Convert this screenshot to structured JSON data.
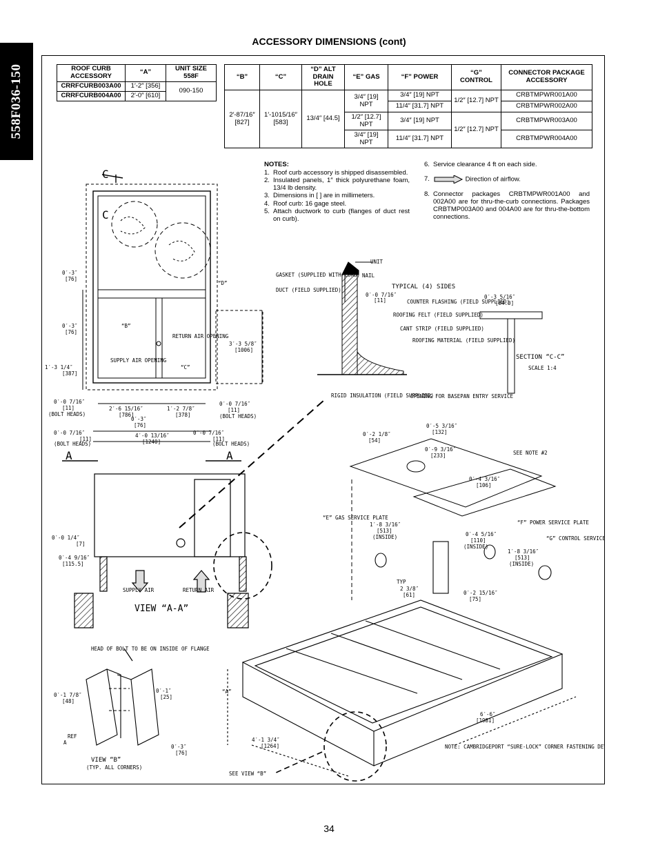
{
  "side_tab": "558F036-150",
  "title": "ACCESSORY DIMENSIONS (cont)",
  "page_number": "34",
  "curb_table": {
    "headers": [
      "ROOF CURB ACCESSORY",
      "“A”",
      "UNIT SIZE 558F"
    ],
    "rows": [
      {
        "accessory": "CRRFCURB003A00",
        "a": "1′-2″ [356]"
      },
      {
        "accessory": "CRRFCURB004A00",
        "a": "2′-0″ [610]"
      }
    ],
    "unit_size": "090-150"
  },
  "conn_table": {
    "headers": [
      "“B”",
      "“C”",
      "“D” ALT DRAIN HOLE",
      "“E” GAS",
      "“F” POWER",
      "“G” CONTROL",
      "CONNECTOR PACKAGE ACCESSORY"
    ],
    "b": "2′-87/16″ [827]",
    "c": "1′-1015/16″ [583]",
    "d": "13/4″ [44.5]",
    "rows": [
      {
        "e": "3/4″ [19] NPT",
        "f1": "3/4″ [19] NPT",
        "f2": "11/4″ [31.7] NPT",
        "g": "1/2″ [12.7] NPT",
        "pkg1": "CRBTMPWR001A00",
        "pkg2": "CRBTMPWR002A00"
      },
      {
        "e1": "1/2″ [12.7] NPT",
        "e2": "3/4″ [19] NPT",
        "f1": "3/4″ [19] NPT",
        "f2": "11/4″ [31.7] NPT",
        "g": "1/2″ [12.7] NPT",
        "pkg1": "CRBTMPWR003A00",
        "pkg2": "CRBTMPWR004A00"
      }
    ]
  },
  "notes": {
    "title": "NOTES:",
    "items": [
      "Roof curb accessory is shipped disassembled.",
      "Insulated panels, 1″ thick polyurethane foam, 13/4 lb density.",
      "Dimensions in [ ] are in millimeters.",
      "Roof curb: 16 gage steel.",
      "Attach ductwork to curb (flanges of duct rest on curb).",
      "Service clearance 4 ft on each side.",
      "Direction of airflow.",
      "Connector packages CRBTMPWR001A00 and 002A00 are for thru-the-curb connections. Packages CRBTMP003A00 and 004A00 are for thru-the-bottom connections."
    ]
  },
  "drawing_labels": {
    "c_top": "C",
    "c_side": "C",
    "d_label": "“D”",
    "dim_0_3_top": "0′-3″",
    "dim_76_a": "[76]",
    "dim_0_3_mid": "0′-3″",
    "dim_76_b": "[76]",
    "dim_b": "“B”",
    "dim_c": "“C”",
    "return_air_opening": "RETURN AIR OPENING",
    "supply_air_opening": "SUPPLY AIR OPENING",
    "dim_1_3_14": "1′-3 1/4″",
    "dim_387": "[387]",
    "dim_3_3_58": "3′-3 5/8″",
    "dim_1006": "[1006]",
    "dim_0_0_716_l": "0′-0 7/16″",
    "dim_11_l": "[11]",
    "bolt_heads_l": "(BOLT HEADS)",
    "dim_0_0_716_r": "0′-0 7/16″",
    "dim_11_r": "[11]",
    "bolt_heads_r": "(BOLT HEADS)",
    "dim_2_6_1516": "2′-6 15/16″",
    "dim_786": "[786]",
    "dim_1_2_78": "1′-2 7/8″",
    "dim_378": "[378]",
    "dim_0_3_bot": "0′-3″",
    "dim_76_c": "[76]",
    "dim_4_0_1316": "4′-0 13/16″",
    "dim_1240": "[1240]",
    "dim_0_0_716_bl": "0′-0 7/16″",
    "dim_11_bl": "[11]",
    "bolt_heads_bl": "(BOLT HEADS)",
    "dim_0_0_716_br": "0′-0 7/16″",
    "dim_11_br": "[11]",
    "bolt_heads_br": "(BOLT HEADS)",
    "a_left": "A",
    "a_right": "A",
    "unit": "UNIT",
    "gasket": "GASKET (SUPPLIED WITH CURB)",
    "nail": "NAIL",
    "typical_sides": "TYPICAL (4) SIDES",
    "duct": "DUCT (FIELD SUPPLIED)",
    "dim_0_0_716_s": "0′-0 7/16″",
    "dim_11_s": "[11]",
    "counter_flashing": "COUNTER FLASHING (FIELD SUPPLIED)",
    "roofing_felt": "ROOFING FELT (FIELD SUPPLIED)",
    "cant_strip": "CANT STRIP (FIELD SUPPLIED)",
    "roofing_material": "ROOFING MATERIAL (FIELD SUPPLIED)",
    "rigid_insulation": "RIGID INSULATION (FIELD SUPPLIED)",
    "dim_0_3_516": "0′-3 5/16″",
    "dim_84": "[84.0]",
    "section_cc": "SECTION “C-C”",
    "scale": "SCALE 1:4",
    "basepan_opening": "OPENING FOR BASEPAN ENTRY SERVICE",
    "dim_0_5_316": "0′-5 3/16″",
    "dim_132": "[132]",
    "dim_0_2_18": "0′-2 1/8″",
    "dim_54": "[54]",
    "dim_0_9_316": "0′-9 3/16″",
    "dim_233": "[233]",
    "see_note_2": "SEE NOTE #2",
    "dim_0_4_316": "0′-4 3/16″",
    "dim_106": "[106]",
    "dim_0_1_14": "0′-0 1/4″",
    "dim_7": "[7]",
    "dim_0_4_916": "0′-4 9/16″",
    "dim_1155": "[115.5]",
    "supply_air": "SUPPLY AIR",
    "return_air": "RETURN AIR",
    "view_aa": "VIEW “A-A”",
    "e_gas_plate": "“E” GAS SERVICE PLATE",
    "dim_1_8_316": "1′-8 3/16″",
    "dim_513": "[513]",
    "inside_a": "(INSIDE)",
    "dim_0_4_516": "0′-4 5/16″",
    "dim_110": "[110]",
    "inside_b": "(INSIDE)",
    "f_power_plate": "“F” POWER SERVICE PLATE",
    "dim_1_8_316_b": "1′-8 3/16″",
    "dim_513_b": "[513]",
    "inside_c": "(INSIDE)",
    "g_control_plate": "“G” CONTROL SERVICE PLATE",
    "typ": "TYP",
    "dim_2_38": "2 3/8″",
    "dim_61": "[61]",
    "dim_0_2_1516": "0′-2 15/16″",
    "dim_75": "[75]",
    "head_of_bolt": "HEAD OF BOLT TO BE ON INSIDE OF FLANGE",
    "dim_0_1_78": "0′-1 7/8″",
    "dim_48": "[48]",
    "dim_0_1": "0′-1″",
    "dim_25": "[25]",
    "ref": "REF",
    "a_ref": "A",
    "dim_0_3_v": "0′-3″",
    "dim_76_v": "[76]",
    "view_b": "VIEW “B”",
    "typ_corners": "(TYP. ALL CORNERS)",
    "a_iso": "“A”",
    "dim_4_1_34": "4′-1 3/4″",
    "dim_1264": "[1264]",
    "dim_6_6": "6′-6″",
    "dim_1981": "[1981]",
    "see_view_b": "SEE VIEW “B”",
    "cambridgeport_note": "NOTE: CAMBRIDGEPORT “SURE-LOCK” CORNER FASTENING DEVICE IS ACCEPTABLE ALTERNATE CONSTRUCTION."
  }
}
